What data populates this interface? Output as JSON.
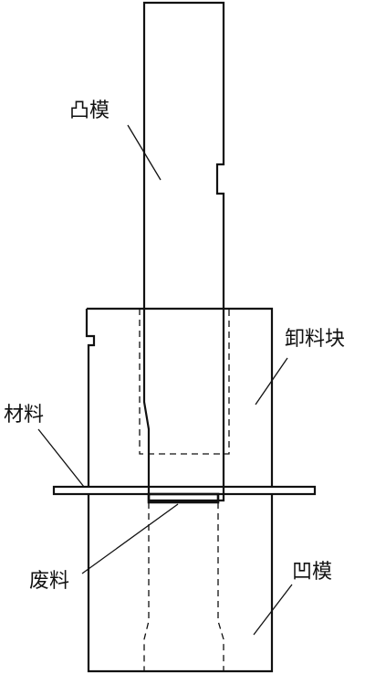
{
  "labels": {
    "punch": "凸模",
    "stripper": "卸料块",
    "material": "材料",
    "scrap": "废料",
    "die": "凹模"
  },
  "colors": {
    "line": "#111111",
    "background": "#ffffff"
  }
}
